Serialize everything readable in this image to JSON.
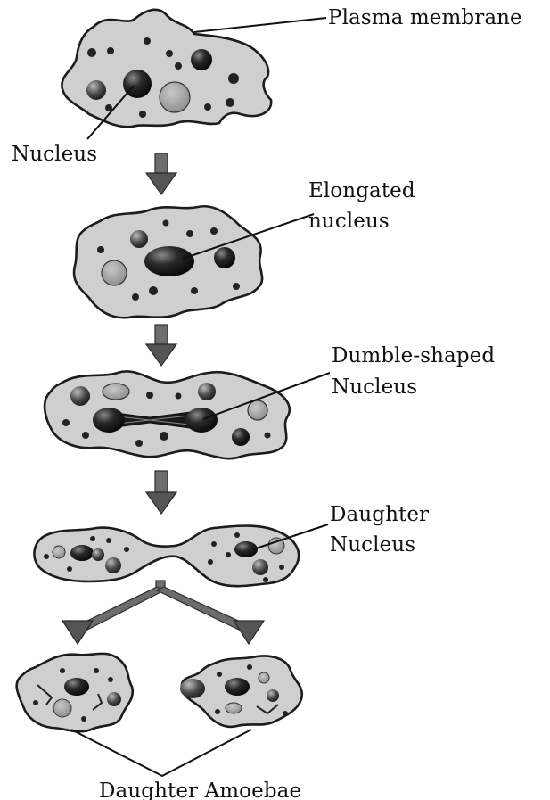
{
  "labels": {
    "plasma_membrane": "Plasma membrane",
    "nucleus": "Nucleus",
    "elongated_1": "Elongated",
    "elongated_2": "nucleus",
    "dumble_1": "Dumble-shaped",
    "dumble_2": "Nucleus",
    "daughter_nucleus_1": "Daughter",
    "daughter_nucleus_2": "Nucleus",
    "daughter_amoebae": "Daughter Amoebae"
  },
  "colors": {
    "cytoplasm": "#cfcfcf",
    "outline": "#1c1c1c",
    "nucleus_dark": "#1a1a1a",
    "vacuole_light": "#9a9a9a",
    "arrow": "#5e5e5e"
  }
}
